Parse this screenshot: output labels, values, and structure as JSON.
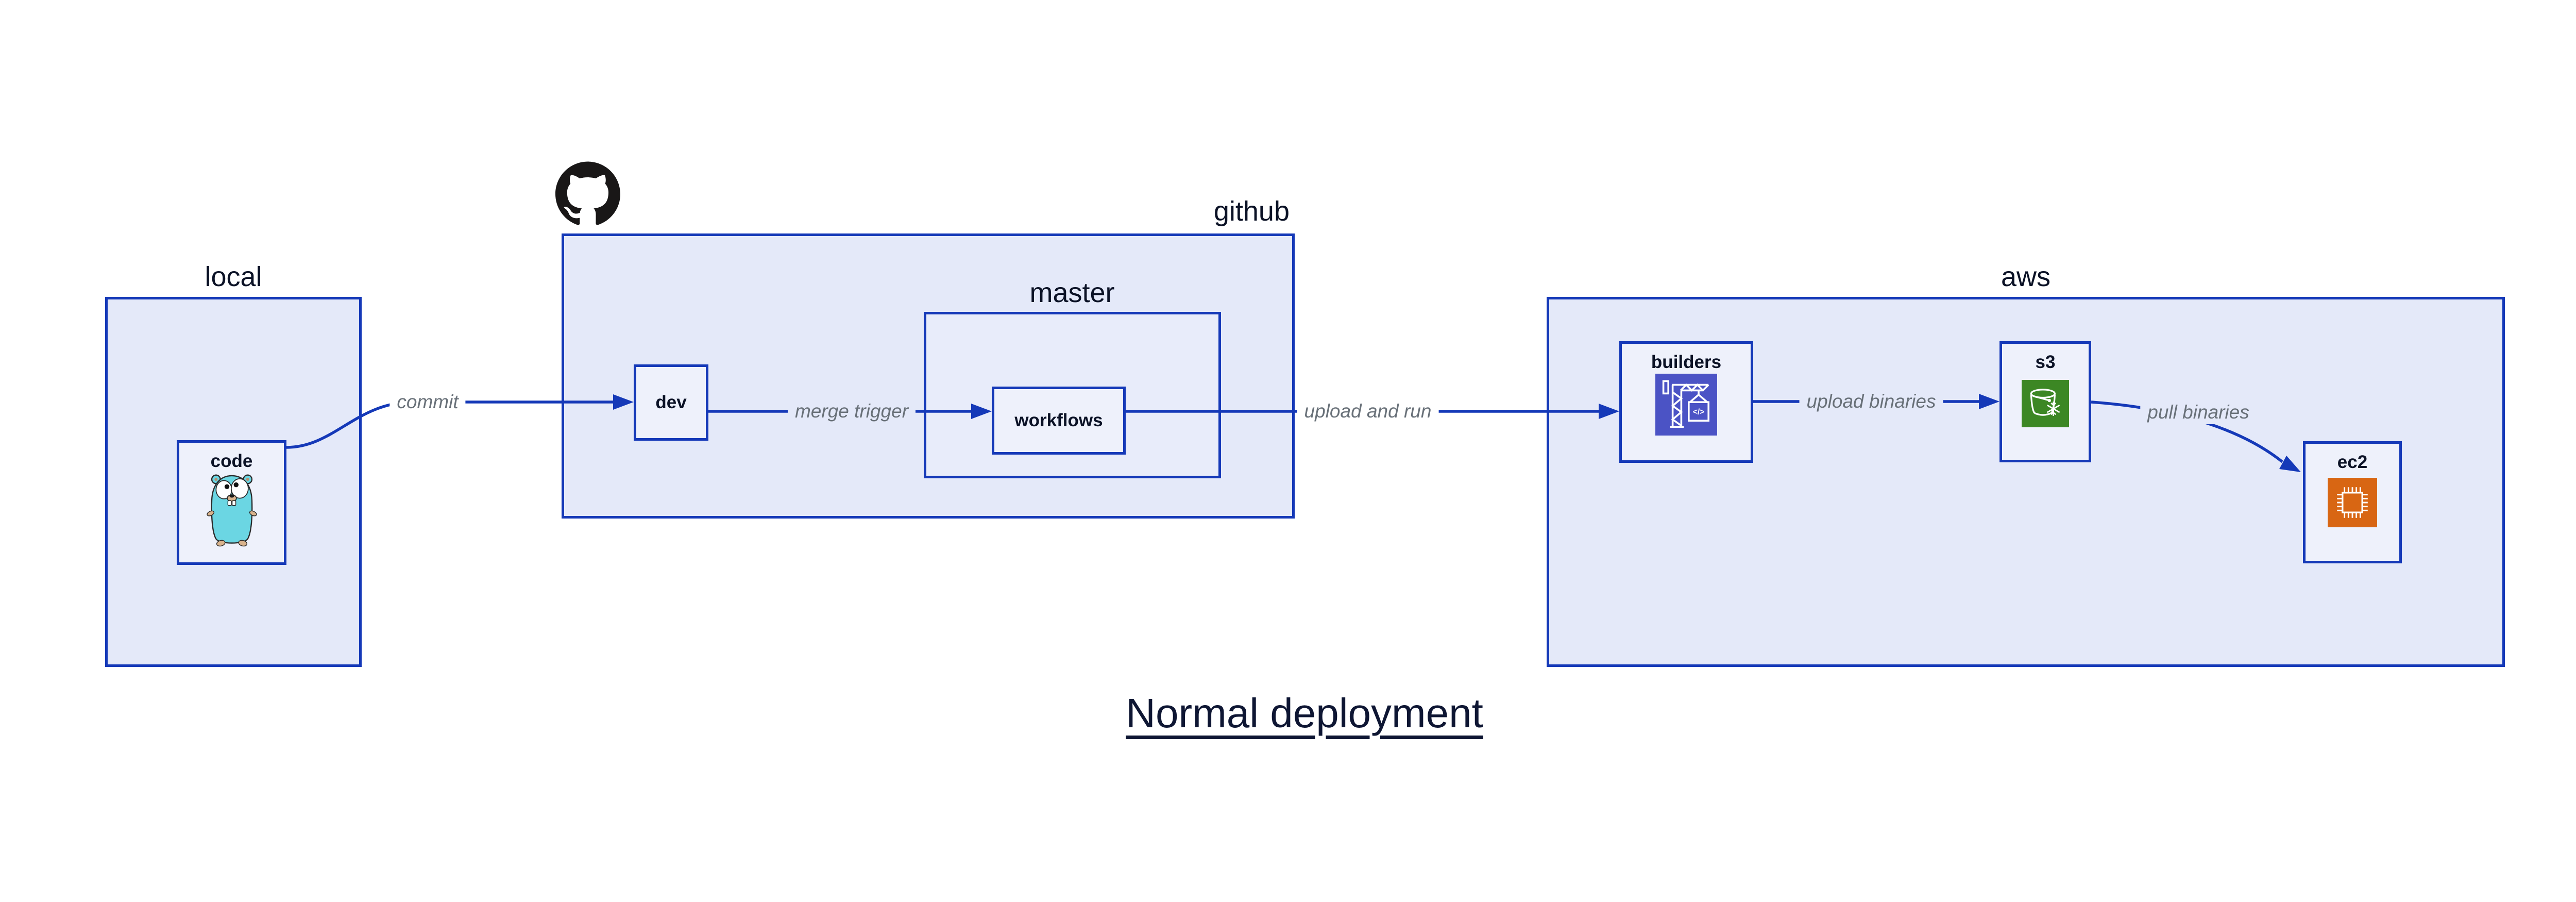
{
  "title": {
    "text": "Normal deployment"
  },
  "containers": {
    "local": {
      "label": "local"
    },
    "github": {
      "label": "github"
    },
    "master": {
      "label": "master"
    },
    "aws": {
      "label": "aws"
    }
  },
  "nodes": {
    "code": {
      "label": "code",
      "icon": "go-gopher"
    },
    "dev": {
      "label": "dev"
    },
    "workflows": {
      "label": "workflows"
    },
    "builders": {
      "label": "builders",
      "icon": "aws-codebuild-crane",
      "icon_glyph": "</>"
    },
    "s3": {
      "label": "s3",
      "icon": "aws-s3-bucket-snowflake"
    },
    "ec2": {
      "label": "ec2",
      "icon": "aws-ec2-chip"
    }
  },
  "edges": [
    {
      "id": "commit",
      "label": "commit",
      "from": "code",
      "to": "dev"
    },
    {
      "id": "merge-trigger",
      "label": "merge trigger",
      "from": "dev",
      "to": "workflows"
    },
    {
      "id": "upload-and-run",
      "label": "upload and run",
      "from": "workflows",
      "to": "builders"
    },
    {
      "id": "upload-binaries",
      "label": "upload binaries",
      "from": "builders",
      "to": "s3"
    },
    {
      "id": "pull-binaries",
      "label": "pull binaries",
      "from": "s3",
      "to": "ec2"
    }
  ],
  "icons": {
    "github_logo": "github-octocat-mark"
  },
  "colors": {
    "background": "#ffffff",
    "container_fill": "#e4e9f9",
    "node_fill": "#eef1fb",
    "stroke_blue": "#1539b8",
    "label_dark": "#0b1226",
    "edge_label_gray": "#687078",
    "builders_icon_bg": "#4b53c5",
    "s3_icon_bg": "#3c8724",
    "ec2_icon_bg": "#d86613",
    "gopher_teal": "#6bd6e3",
    "github_logo_color": "#191717"
  }
}
